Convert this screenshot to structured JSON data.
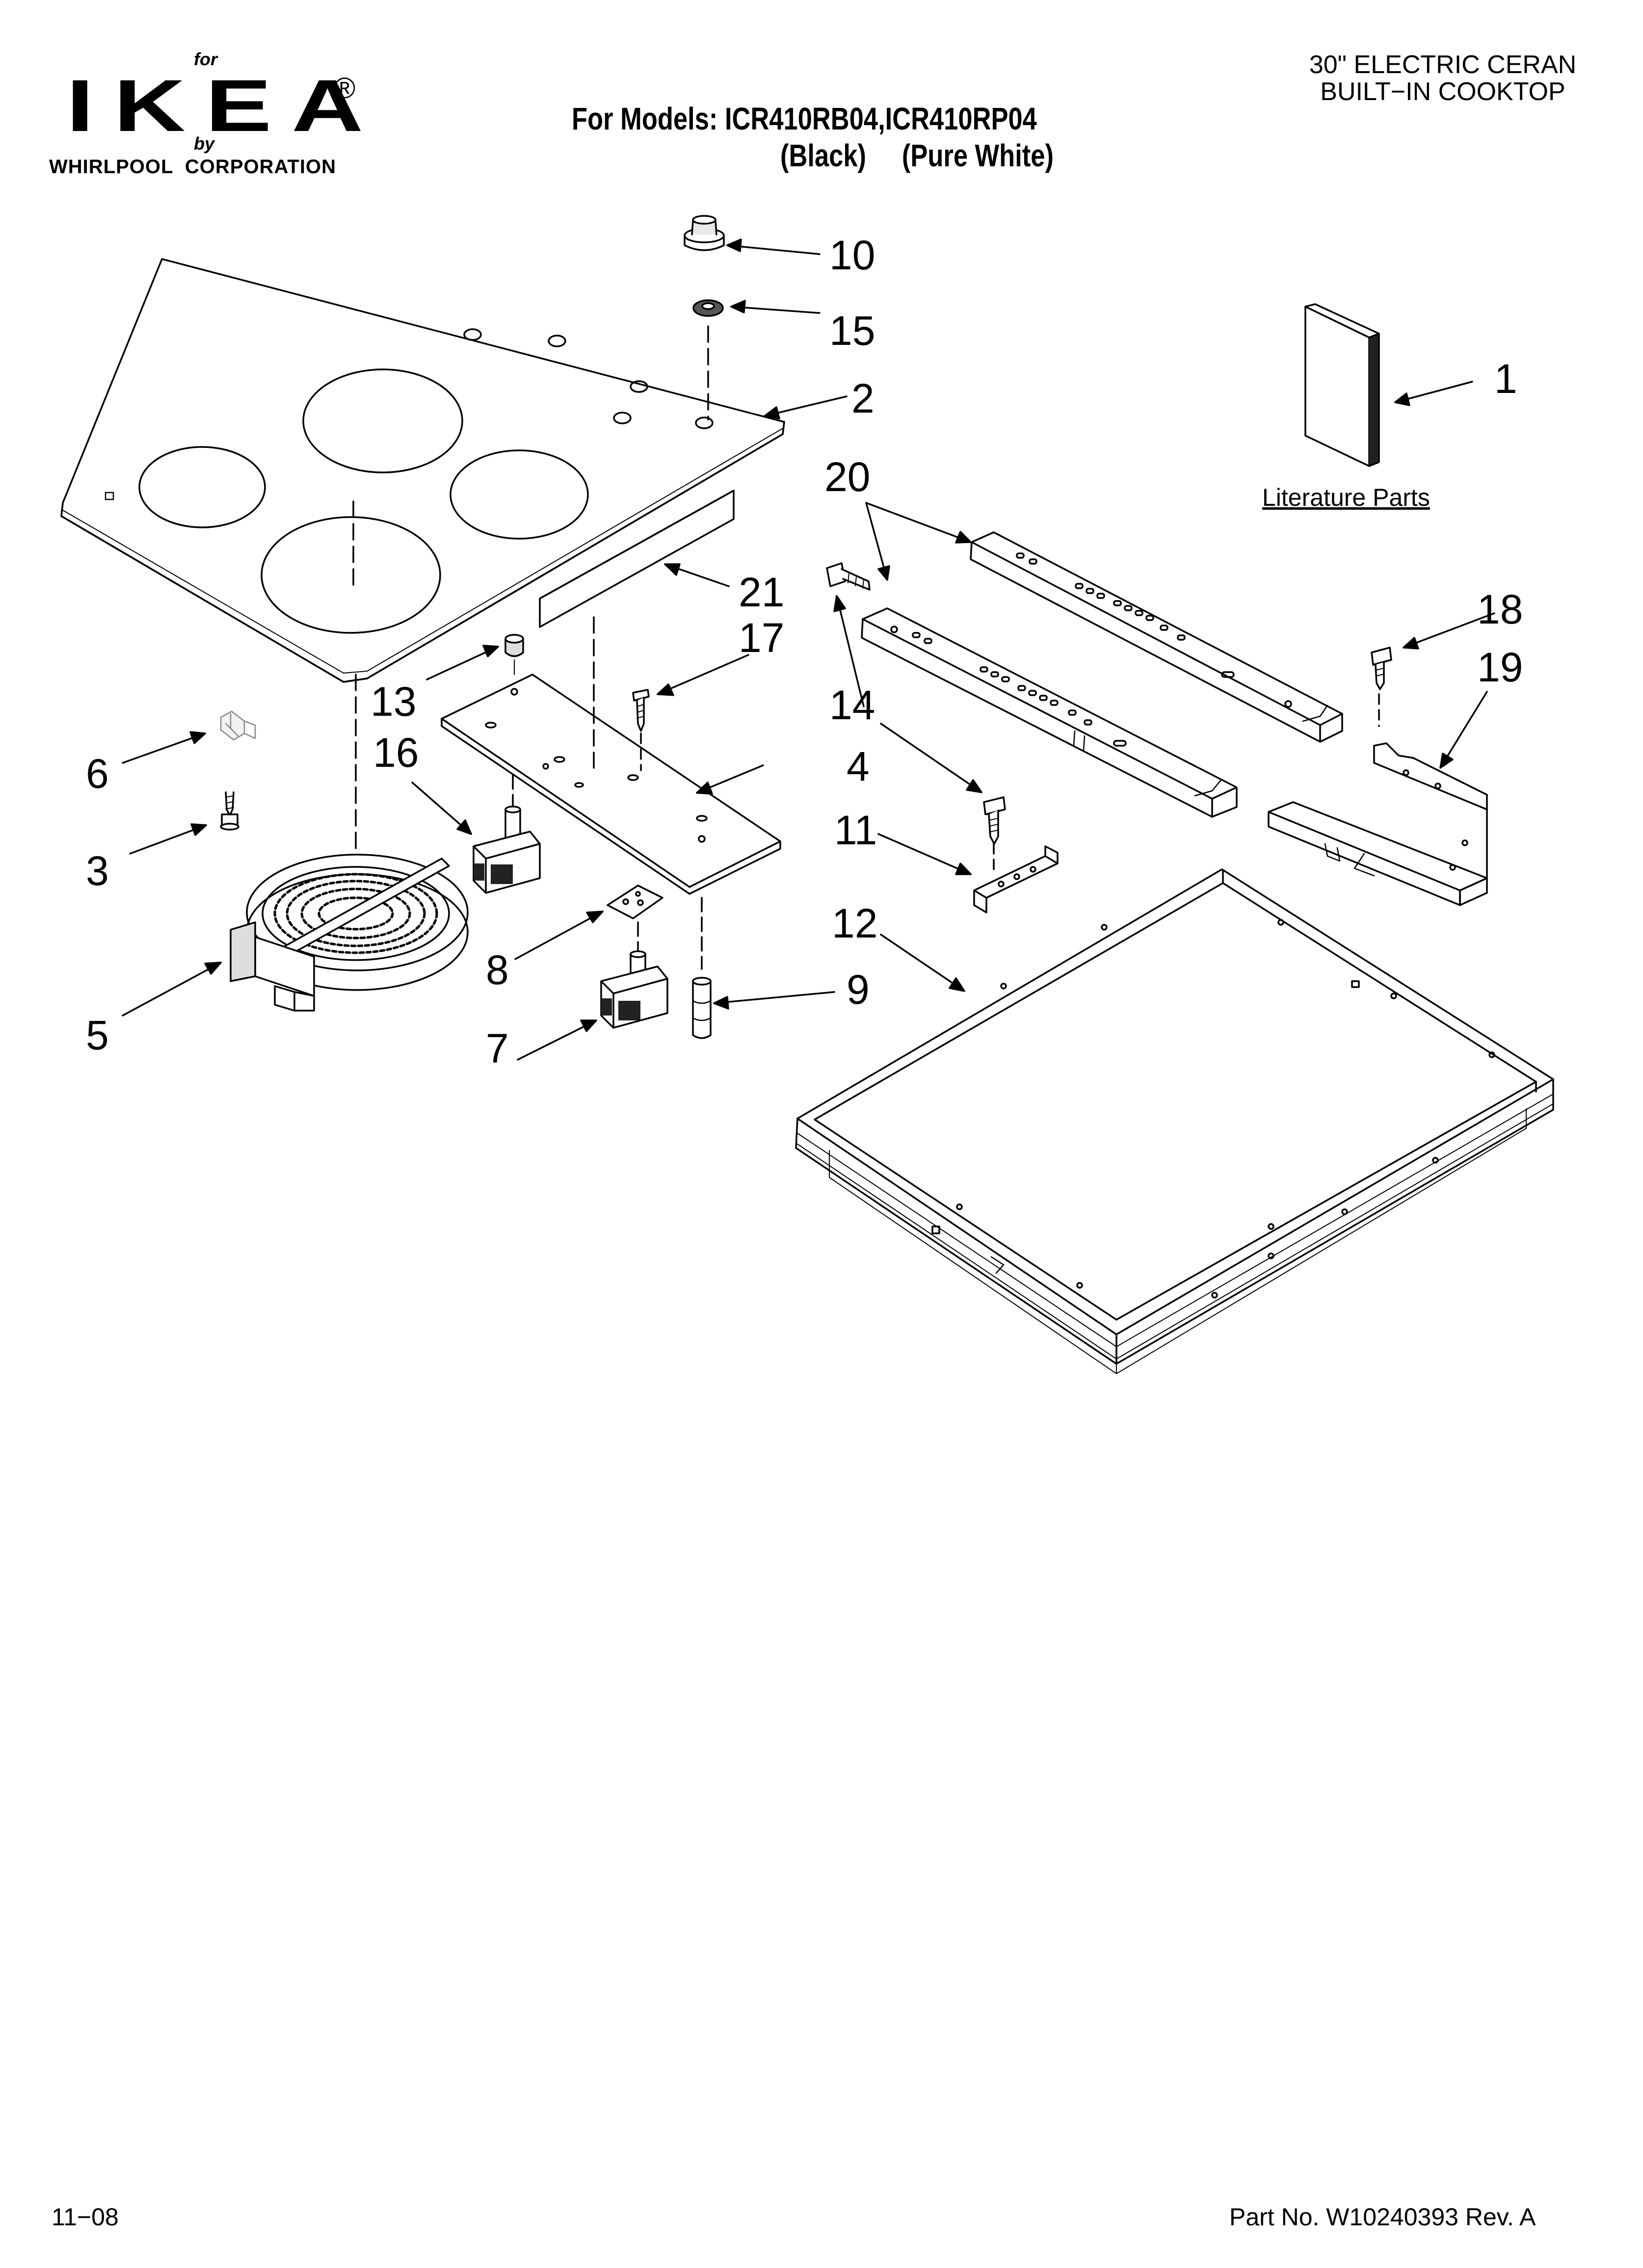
{
  "header": {
    "brand_for": "for",
    "brand_logo": "IKEA",
    "brand_registered": "®",
    "brand_by": "by",
    "brand_corporation": "WHIRLPOOL  CORPORATION",
    "models_line1": "For Models: ICR410RB04,ICR410RP04",
    "models_line2": "(Black)     (Pure White)",
    "product_line1": "30\" ELECTRIC CERAN",
    "product_line2": "BUILT−IN COOKTOP"
  },
  "callouts": [
    "1",
    "2",
    "3",
    "4",
    "5",
    "6",
    "7",
    "8",
    "9",
    "10",
    "11",
    "12",
    "13",
    "14",
    "15",
    "16",
    "17",
    "18",
    "19",
    "20",
    "21"
  ],
  "literature_label": "Literature Parts",
  "footer": {
    "date": "11−08",
    "part_number": "Part No. W10240393 Rev. A"
  }
}
